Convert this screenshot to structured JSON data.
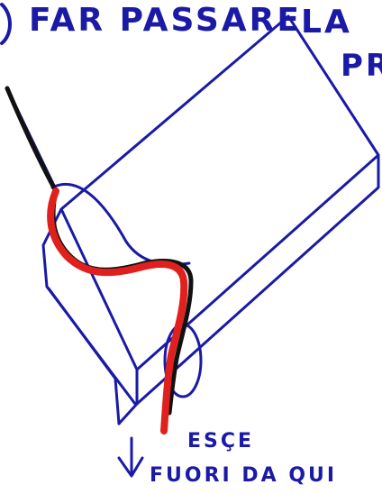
{
  "heading": {
    "step_marker": ")",
    "text_left": "FAR PASSARE",
    "text_right": "LA",
    "text_cut": "PR"
  },
  "annotation": {
    "line1": "ESÇE",
    "line2": "FUORI DA QUI"
  },
  "colors": {
    "ink_blue": "#1a1aa6",
    "strap_red": "#e0201c",
    "strap_black": "#111111",
    "paper": "#ffffff"
  }
}
